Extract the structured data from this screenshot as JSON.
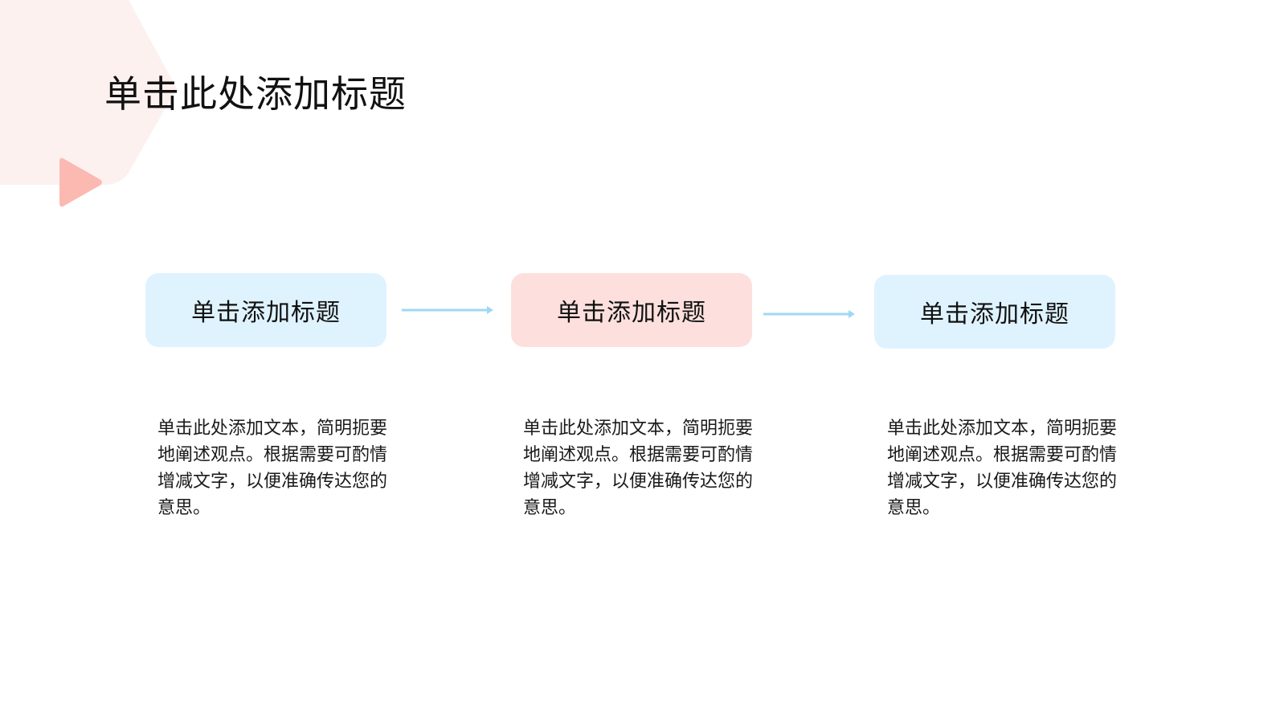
{
  "slide": {
    "title": "单击此处添加标题"
  },
  "steps": [
    {
      "title": "单击添加标题",
      "description": "单击此处添加文本，简明扼要地阐述观点。根据需要可酌情增减文字，以便准确传达您的意思。",
      "color": "#dff3ff"
    },
    {
      "title": "单击添加标题",
      "description": "单击此处添加文本，简明扼要地阐述观点。根据需要可酌情增减文字，以便准确传达您的意思。",
      "color": "#fde0dd"
    },
    {
      "title": "单击添加标题",
      "description": "单击此处添加文本，简明扼要地阐述观点。根据需要可酌情增减文字，以便准确传达您的意思。",
      "color": "#dff3ff"
    }
  ],
  "colors": {
    "accent_coral": "#fbb9b2",
    "decor_pink": "#fdf1ef",
    "arrow_blue": "#9fd8f5"
  },
  "icons": {
    "decor": "play-triangle-icon",
    "connector": "arrow-right-icon"
  }
}
